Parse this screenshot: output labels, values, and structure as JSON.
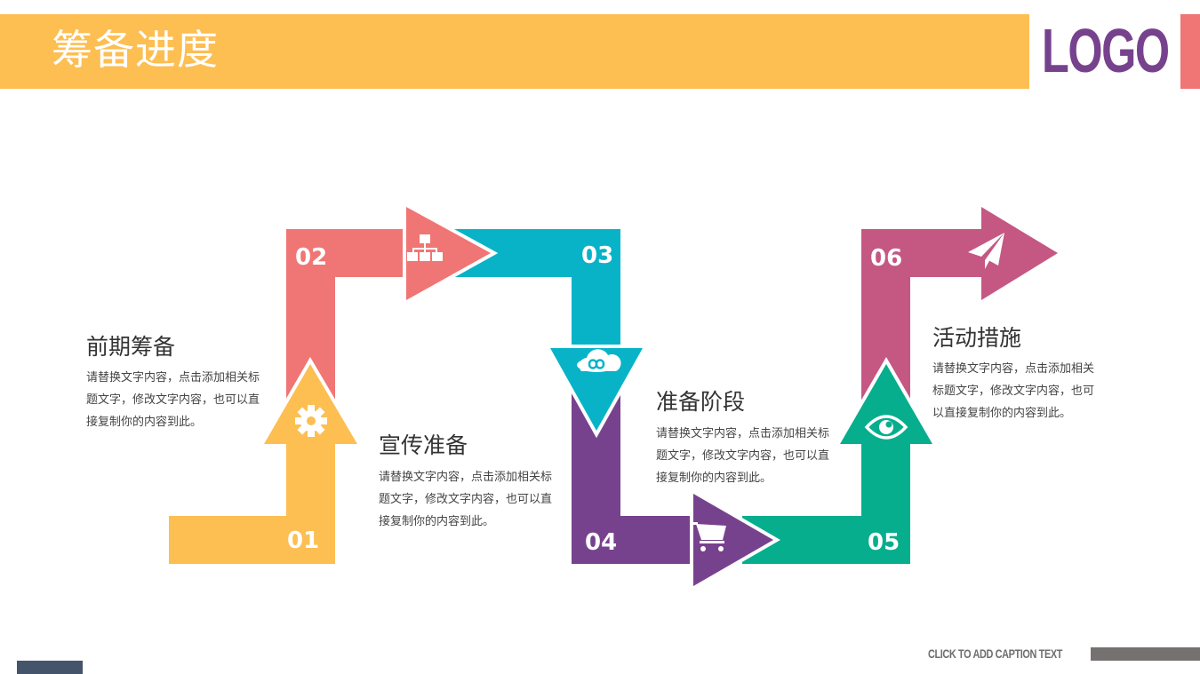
{
  "header": {
    "title": "筹备进度",
    "logo": "LOGO",
    "bar_color": "#FDBE52",
    "logo_color": "#77428D",
    "accent_color": "#F07575"
  },
  "steps": [
    {
      "number": "01",
      "icon": "gear-icon",
      "color": "#FDBE52",
      "title": "前期筹备",
      "description": "请替换文字内容，点击添加相关标题文字，修改文字内容，也可以直接复制你的内容到此。"
    },
    {
      "number": "02",
      "icon": "sitemap-icon",
      "color": "#F07575",
      "title": "宣传准备",
      "description": "请替换文字内容，点击添加相关标题文字，修改文字内容，也可以直接复制你的内容到此。"
    },
    {
      "number": "03",
      "icon": "cloud-infinity-icon",
      "color": "#08B3C7"
    },
    {
      "number": "04",
      "icon": "shopping-cart-icon",
      "color": "#77428D",
      "title": "准备阶段",
      "description": "请替换文字内容，点击添加相关标题文字，修改文字内容，也可以直接复制你的内容到此。"
    },
    {
      "number": "05",
      "icon": "eye-icon",
      "color": "#06AE8D"
    },
    {
      "number": "06",
      "icon": "paper-plane-icon",
      "color": "#C55783",
      "title": "活动措施",
      "description": "请替换文字内容，点击添加相关标题文字，修改文字内容，也可以直接复制你的内容到此。"
    }
  ],
  "footer": {
    "caption": "CLICK TO ADD CAPTION TEXT",
    "left_bar_color": "#44546A",
    "right_bar_color": "#767171"
  }
}
